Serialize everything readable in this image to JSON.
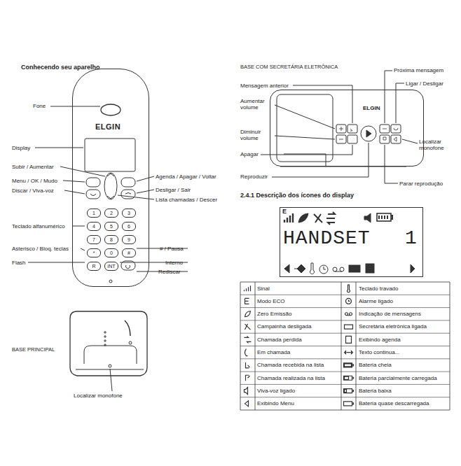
{
  "diagram": {
    "title": "Conhecendo seu aparelho",
    "nodes": [
      {
        "text": [
          "ELGIN"
        ]
      },
      {
        "text": [
          "1"
        ],
        "in": 0
      },
      {
        "text": [
          "2"
        ],
        "in": 0
      },
      {
        "text": [
          "3"
        ],
        "in": 0
      },
      {
        "text": [
          "4"
        ],
        "in": 0
      },
      {
        "text": [
          "5"
        ],
        "in": 0
      },
      {
        "text": [
          "6"
        ],
        "in": 0
      },
      {
        "text": [
          "7"
        ],
        "in": 0
      },
      {
        "text": [
          "8"
        ],
        "in": 0
      },
      {
        "text": [
          "9"
        ],
        "in": 0
      },
      {
        "text": [
          "*"
        ],
        "in": 0
      },
      {
        "text": [
          "0"
        ],
        "in": 0
      },
      {
        "text": [
          "#"
        ],
        "in": 0
      },
      {
        "text": [
          "R"
        ],
        "in": 0
      },
      {
        "text": [
          "INT"
        ],
        "in": 0
      },
      {
        "text": [
          "E",
          "HANDSET",
          "1"
        ]
      },
      {
        "text": [
          "ELGIN"
        ]
      }
    ],
    "labels": [
      "Fone",
      "Display",
      "Subir / Aumentar",
      "Menu / OK / Mudo",
      "Discar / Viva-voz",
      "Teclado alfanumérico",
      "Asterisco / Bloq. teclas",
      "Flash",
      "Agenda / Apagar / Voltar",
      "Desligar / Sair",
      "Lista chamadas / Descer",
      "# / Pausa",
      "Interno",
      "Rediscar",
      "BASE PRINCIPAL",
      "Localizar monofone",
      "BASE COM SECRETÁRIA ELETRÔNICA",
      "Próxima mensagem",
      "Mensagem anterior",
      "Ligar / Desligar",
      "Aumentar volume",
      "Diminuir volume",
      "Localizar monofone",
      "Apagar",
      "Reproduzir",
      "Parar reprodução",
      "2.4.1 Descrição dos ícones do display",
      "Sinal",
      "Modo ECO",
      "Zero Emissão",
      "Campainha desligada",
      "Chamada perdida",
      "Em chamada",
      "Chamada recebida na lista",
      "Chamada realizada na lista",
      "Viva-voz ligado",
      "Exibindo Menu",
      "Teclado travado",
      "Alarme ligado",
      "Indicação de mensagens",
      "Secretária eletrônica ligada",
      "Exibindo agenda",
      "Texto continua...",
      "Bateria cheia",
      "Bateria parcialmente carregada",
      "Bateria baixa",
      "Bateria quase descarregada"
    ]
  }
}
